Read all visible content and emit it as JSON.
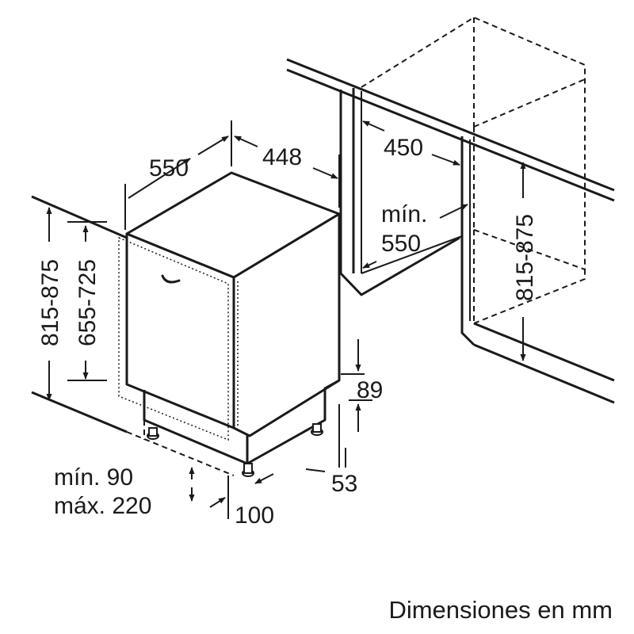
{
  "labels": {
    "depth": "550",
    "width": "448",
    "niche_width": "450",
    "niche_depth_min_1": "mín.",
    "niche_depth_min_2": "550",
    "niche_height": "815-875",
    "total_height": "815-875",
    "front_height": "655-725",
    "foot_89": "89",
    "foot_53": "53",
    "plinth_1": "mín. 90",
    "plinth_2": "máx. 220",
    "foot_100": "100"
  },
  "caption": "Dimensiones en mm"
}
